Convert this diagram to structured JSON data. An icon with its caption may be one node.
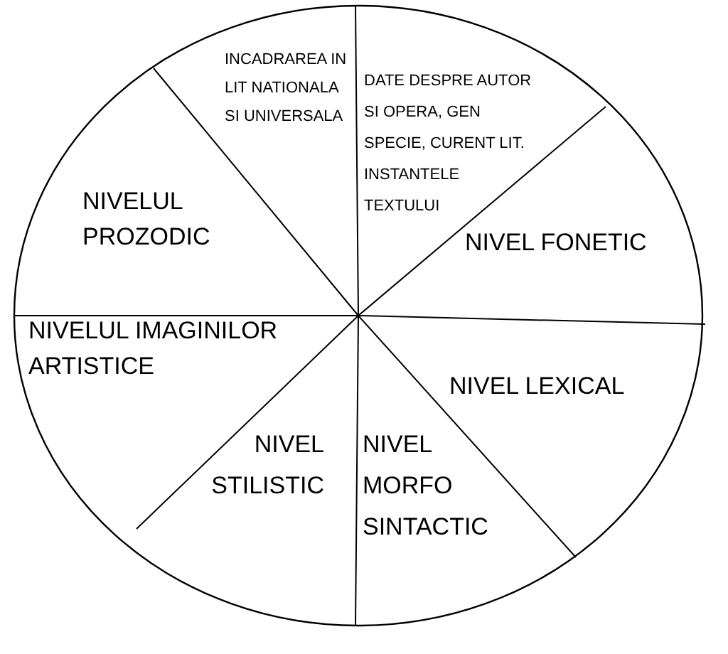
{
  "diagram": {
    "labels": [
      "INCADRAREA IN LIT NATIONALA SI UNIVERSALA",
      "DATE DESPRE AUTOR SI OPERA, GEN SPECIE, CURENT LIT. INSTANTELE TEXTULUI",
      "NIVELUL PROZODIC",
      "NIVEL FONETIC",
      "NIVELUL IMAGINILOR ARTISTICE",
      "NIVEL LEXICAL",
      "NIVEL STILISTIC",
      "NIVEL MORFO SINTACTIC"
    ]
  }
}
